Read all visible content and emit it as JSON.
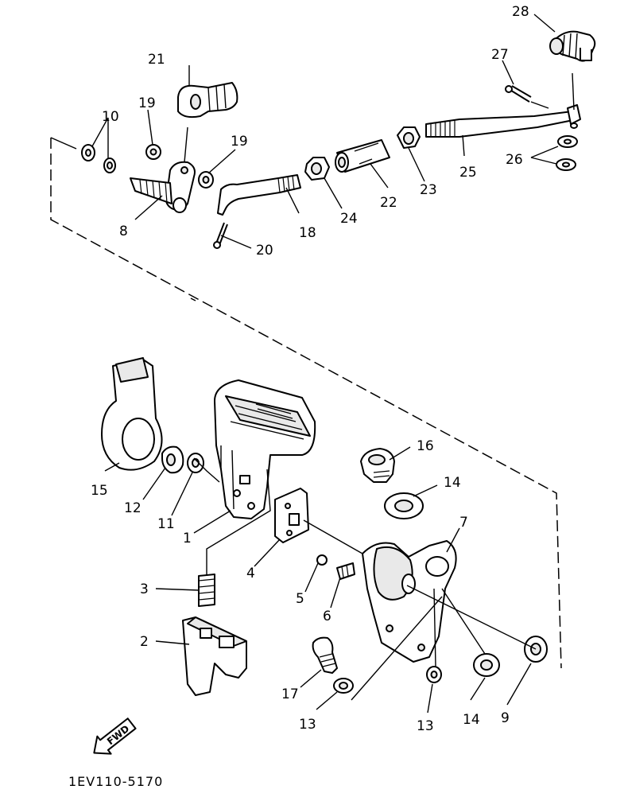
{
  "diagram_code": "1EV110-5170",
  "direction_label": "FWD",
  "callouts": {
    "c1": "1",
    "c2": "2",
    "c3": "3",
    "c4": "4",
    "c5": "5",
    "c6": "6",
    "c7": "7",
    "c8": "8",
    "c9": "9",
    "c10": "10",
    "c11": "11",
    "c12": "12",
    "c13a": "13",
    "c13b": "13",
    "c14a": "14",
    "c14b": "14",
    "c15": "15",
    "c16": "16",
    "c17": "17",
    "c18": "18",
    "c19a": "19",
    "c19b": "19",
    "c20": "20",
    "c21": "21",
    "c22": "22",
    "c23": "23",
    "c24": "24",
    "c25": "25",
    "c26": "26",
    "c27": "27",
    "c28": "28"
  }
}
